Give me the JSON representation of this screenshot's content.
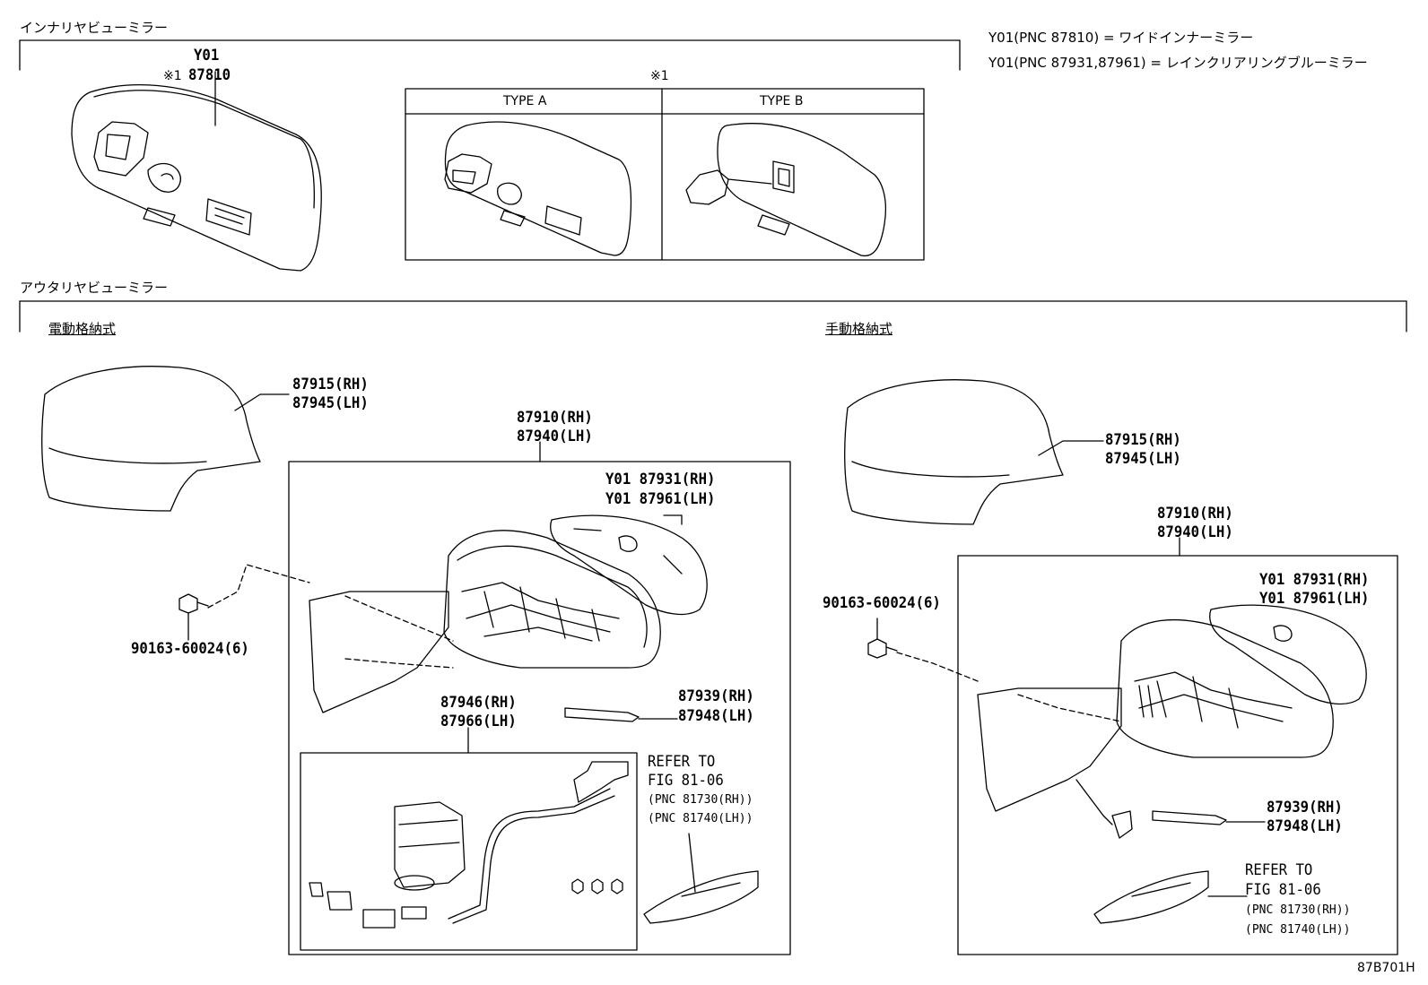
{
  "inner_mirror": {
    "heading": "インナリヤビューミラー",
    "variant_code": "Y01",
    "note_mark": "※1",
    "part_no": "87810",
    "types_note_mark": "※1",
    "type_a": "TYPE A",
    "type_b": "TYPE B"
  },
  "legend": {
    "line1": "Y01(PNC 87810) = ワイドインナーミラー",
    "line2": "Y01(PNC 87931,87961) = レインクリアリングブルーミラー"
  },
  "outer_mirror": {
    "heading": "アウタリヤビューミラー",
    "power_fold": {
      "heading": "電動格納式",
      "cover": [
        "87915(RH)",
        "87945(LH)"
      ],
      "assembly": [
        "87910(RH)",
        "87940(LH)"
      ],
      "mirror_glass": [
        "Y01 87931(RH)",
        "Y01 87961(LH)"
      ],
      "screw": "90163-60024(6)",
      "retractor": [
        "87946(RH)",
        "87966(LH)"
      ],
      "lamp_cover": [
        "87939(RH)",
        "87948(LH)"
      ],
      "refer": [
        "REFER TO",
        "FIG 81-06",
        "(PNC 81730(RH))",
        "(PNC 81740(LH))"
      ]
    },
    "manual_fold": {
      "heading": "手動格納式",
      "cover": [
        "87915(RH)",
        "87945(LH)"
      ],
      "assembly": [
        "87910(RH)",
        "87940(LH)"
      ],
      "mirror_glass": [
        "Y01 87931(RH)",
        "Y01 87961(LH)"
      ],
      "screw": "90163-60024(6)",
      "lamp_cover": [
        "87939(RH)",
        "87948(LH)"
      ],
      "refer": [
        "REFER TO",
        "FIG 81-06",
        "(PNC 81730(RH))",
        "(PNC 81740(LH))"
      ]
    }
  },
  "figure_code": "87B701H"
}
